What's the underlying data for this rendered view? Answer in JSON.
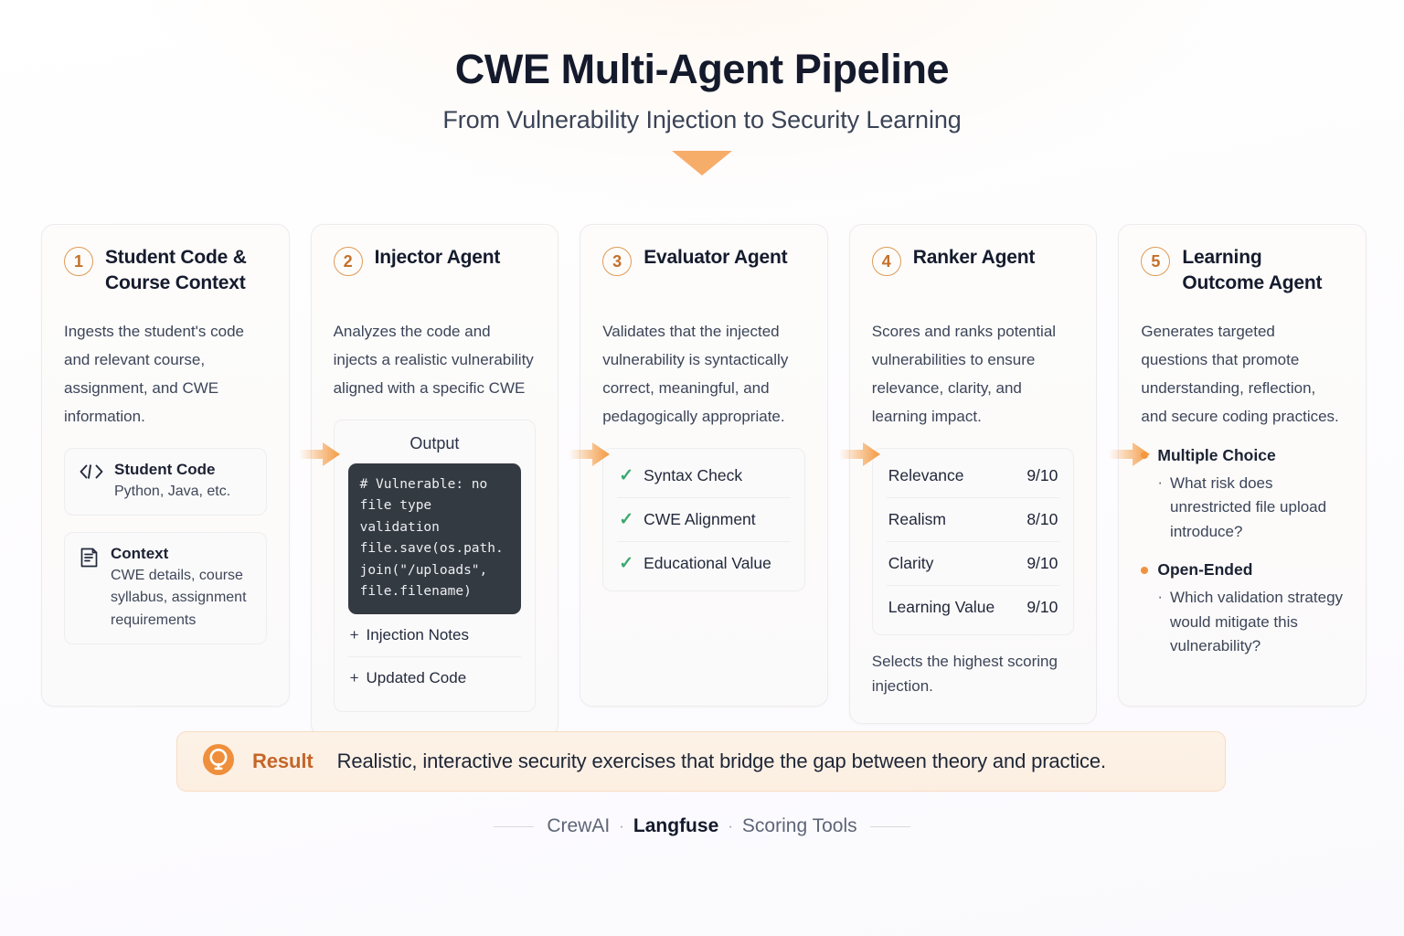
{
  "header": {
    "title": "CWE Multi-Agent Pipeline",
    "subtitle": "From Vulnerability Injection to Security Learning",
    "arrow_icon": "down-triangle-icon"
  },
  "colors": {
    "accent_orange": "#f0933f",
    "badge_border": "#e09a55",
    "badge_text": "#c4702a",
    "check_green": "#3aa96d",
    "code_bg": "#343a42",
    "title_ink": "#141a2c",
    "banner_bg": "#fdf2e7"
  },
  "cards": [
    {
      "number": "1",
      "title": "Student Code & Course Context",
      "description": "Ingests the student's code and relevant course, assignment, and CWE information.",
      "features": [
        {
          "icon": "code-brackets-icon",
          "title": "Student Code",
          "subtitle": "Python, Java, etc."
        },
        {
          "icon": "document-icon",
          "title": "Context",
          "subtitle": "CWE details, course syllabus, assignment requirements"
        }
      ]
    },
    {
      "number": "2",
      "title": "Injector Agent",
      "description": "Analyzes the code and injects a realistic vulnerability aligned with a specific CWE",
      "panel_label": "Output",
      "code": "# Vulnerable: no file type validation\nfile.save(os.path.join(\"/uploads\", file.filename)",
      "expandables": [
        {
          "sign": "+",
          "label": "Injection Notes"
        },
        {
          "sign": "+",
          "label": "Updated Code"
        }
      ]
    },
    {
      "number": "3",
      "title": "Evaluator Agent",
      "description": "Validates that the injected vulnerability is syntactically correct, meaningful, and pedagogically appropriate.",
      "checks": [
        {
          "icon": "check-icon",
          "label": "Syntax Check"
        },
        {
          "icon": "check-icon",
          "label": "CWE Alignment"
        },
        {
          "icon": "check-icon",
          "label": "Educational Value"
        }
      ]
    },
    {
      "number": "4",
      "title": "Ranker Agent",
      "description": "Scores and ranks potential vulnerabilities to ensure relevance, clarity, and learning impact.",
      "scores": [
        {
          "label": "Relevance",
          "value": "9/10"
        },
        {
          "label": "Realism",
          "value": "8/10"
        },
        {
          "label": "Clarity",
          "value": "9/10"
        },
        {
          "label": "Learning Value",
          "value": "9/10"
        }
      ],
      "note": "Selects the highest scoring injection."
    },
    {
      "number": "5",
      "title": "Learning Outcome Agent",
      "description": "Generates targeted questions that promote understanding, reflection, and secure coding practices.",
      "question_groups": [
        {
          "heading": "Multiple Choice",
          "item": "What risk does unrestricted file upload introduce?"
        },
        {
          "heading": "Open-Ended",
          "item": "Which validation strategy would mitigate this vulnerability?"
        }
      ]
    }
  ],
  "connectors": [
    {
      "icon": "right-arrow-icon"
    },
    {
      "icon": "right-arrow-icon"
    },
    {
      "icon": "right-arrow-icon"
    },
    {
      "icon": "right-arrow-icon"
    }
  ],
  "result": {
    "icon": "lightbulb-icon",
    "label": "Result",
    "text": "Realistic, interactive security exercises that bridge the gap between theory and practice."
  },
  "footer": {
    "items": [
      {
        "label": "CrewAI",
        "strong": false
      },
      {
        "label": "Langfuse",
        "strong": true
      },
      {
        "label": "Scoring Tools",
        "strong": false
      }
    ],
    "separator": "·"
  }
}
